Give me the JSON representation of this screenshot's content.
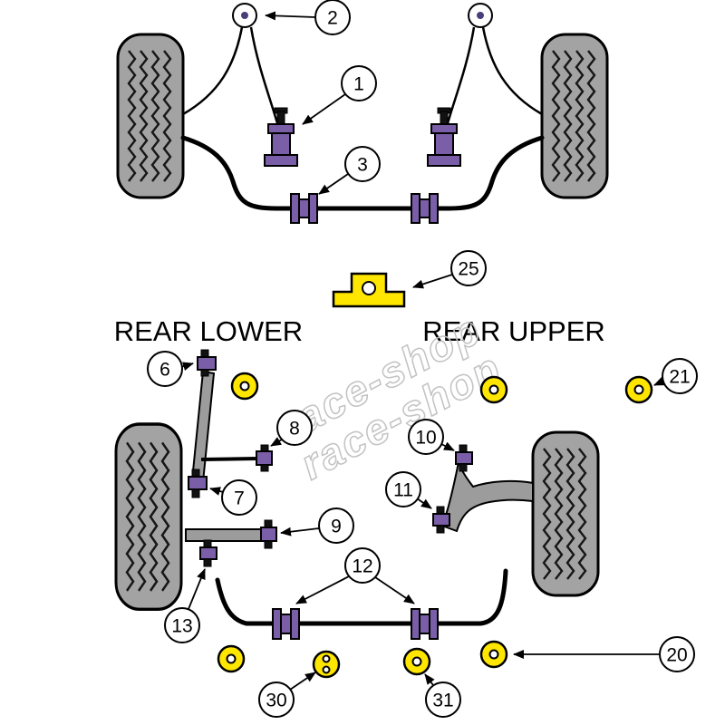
{
  "colors": {
    "bush": "#7a5fa8",
    "part_yellow": "#ffe600",
    "metal_gray": "#9c9c9c"
  },
  "labels": {
    "rear_lower": "REAR LOWER",
    "rear_upper": "REAR UPPER"
  },
  "watermark": {
    "line1": "race-shop",
    "line2": "race-shop"
  },
  "callouts": [
    {
      "number": "2"
    },
    {
      "number": "1"
    },
    {
      "number": "3"
    },
    {
      "number": "25"
    },
    {
      "number": "6"
    },
    {
      "number": "21"
    },
    {
      "number": "8"
    },
    {
      "number": "10"
    },
    {
      "number": "11"
    },
    {
      "number": "7"
    },
    {
      "number": "9"
    },
    {
      "number": "12"
    },
    {
      "number": "13"
    },
    {
      "number": "20"
    },
    {
      "number": "30"
    },
    {
      "number": "31"
    }
  ]
}
